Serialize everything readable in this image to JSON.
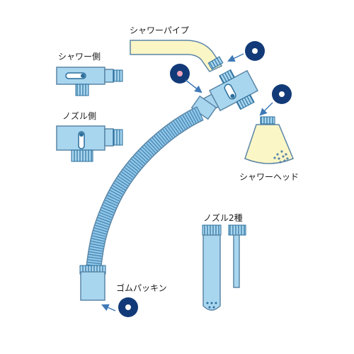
{
  "labels": {
    "shower_pipe": "シャワーパイプ",
    "shower_side": "シャワー側",
    "nozzle_side": "ノズル側",
    "shower_head": "シャワーヘッド",
    "nozzle_two_types": "ノズル2種",
    "rubber_packing": "ゴムパッキン"
  },
  "colors": {
    "part_blue": "#a9d6ef",
    "part_outline": "#5b86a6",
    "hose_blue": "#8fc7e8",
    "dark_thread": "#2b6f9c",
    "pipe_cream": "#fbf6c6",
    "washer_navy": "#123a78",
    "arrow_blue": "#3f79b7",
    "washer_pink_dot": "#f0a3bb"
  }
}
